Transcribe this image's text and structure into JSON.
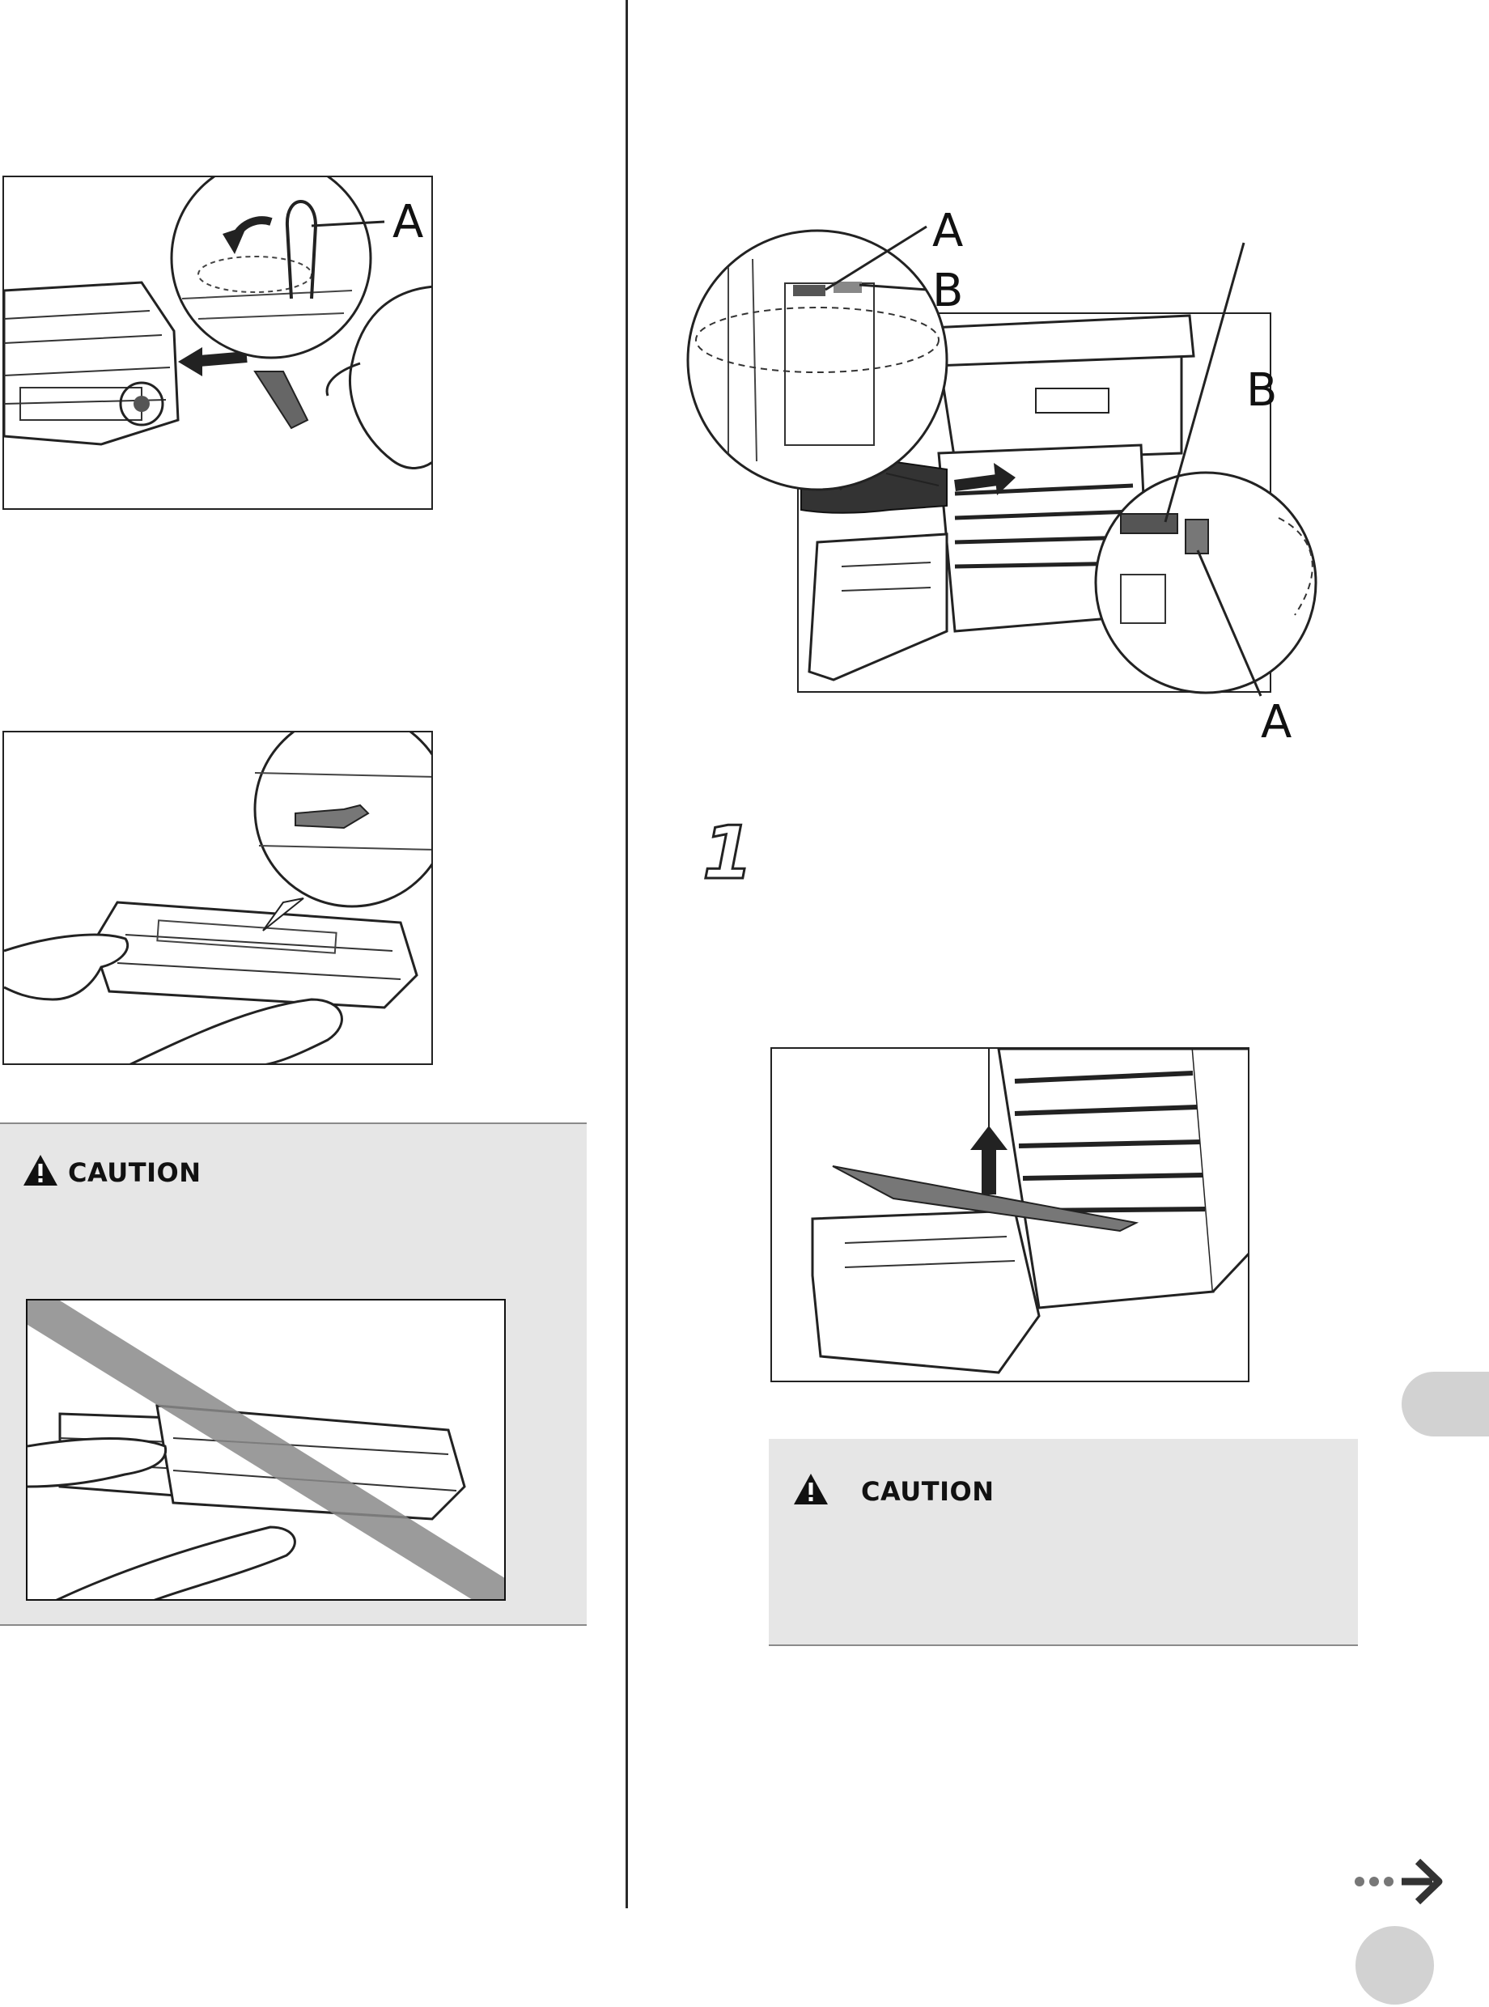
{
  "figures": {
    "lock_pin": {
      "callout_a": "A"
    },
    "cartridge_insert": {
      "callout_a_top": "A",
      "callout_b_top": "B",
      "callout_b_right": "B",
      "callout_a_bottom": "A"
    },
    "open_cover": {}
  },
  "caution_left": {
    "label": "CAUTION"
  },
  "caution_right": {
    "label": "CAUTION"
  },
  "step": {
    "number": "1"
  },
  "icons": {
    "warning": "warning-triangle-icon",
    "prohibited": "prohibited-slash-icon",
    "next_page": "dotted-arrow-right-icon"
  },
  "colors": {
    "caution_bg": "#e6e6e6",
    "tab": "#d2d2d2"
  }
}
